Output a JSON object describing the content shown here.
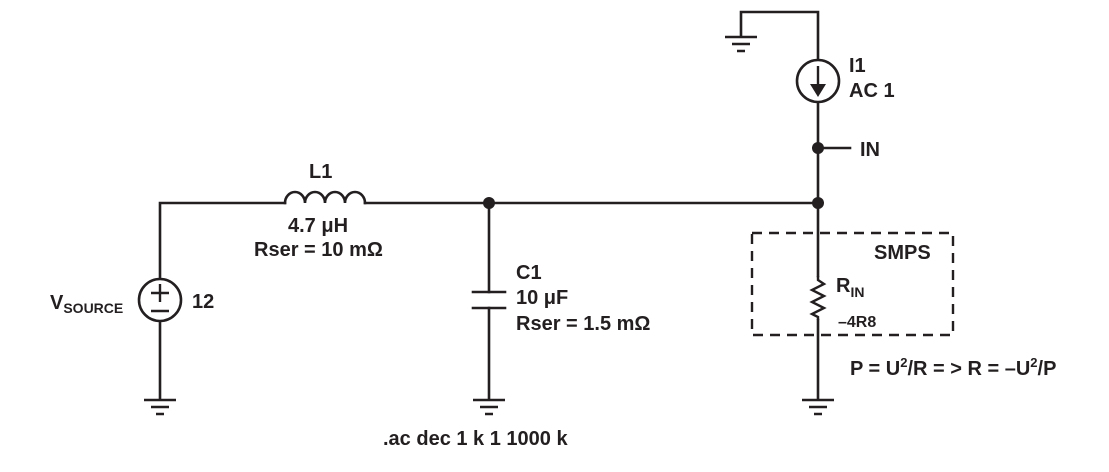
{
  "source": {
    "name": "V",
    "name_sub": "SOURCE",
    "value": "12"
  },
  "inductor": {
    "name": "L1",
    "value": "4.7 μH",
    "rser": "Rser = 10 mΩ"
  },
  "capacitor": {
    "name": "C1",
    "value": "10 μF",
    "rser": "Rser = 1.5 mΩ"
  },
  "current_source": {
    "name": "I1",
    "value": "AC 1"
  },
  "node_label": "IN",
  "smps": {
    "label": "SMPS",
    "resistor_name": "R",
    "resistor_sub": "IN",
    "resistor_value": "–4R8"
  },
  "formula": {
    "p1": "P = U",
    "sup1": "2",
    "p2": "/R = > R = –U",
    "sup2": "2",
    "p3": "/P"
  },
  "sim_command": ".ac dec 1 k 1 1000 k"
}
